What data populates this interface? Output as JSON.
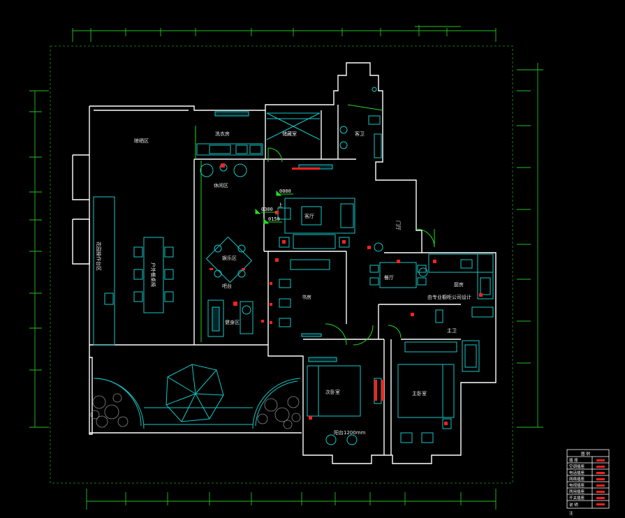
{
  "rooms": {
    "leisure_area_top": "晾晒区",
    "laundry": "洗衣房",
    "storage": "储藏室",
    "guest_bath": "客卫",
    "relax_area": "休闲区",
    "living": "客厅",
    "entrance": "门厅",
    "garden_cook": "花园操作台区",
    "outdoor_table": "户外餐桌椅",
    "entertain": "娱乐区",
    "bar": "吧台",
    "gym": "健身区",
    "study": "书房",
    "dining": "餐厅",
    "kitchen": "厨房",
    "kitchen_note": "由专业橱柜公司设计",
    "master_bath": "主卫",
    "second_bed": "次卧室",
    "master_bed": "主卧室",
    "balcony_note": "阳台1200mm"
  },
  "markers": {
    "m1": "0000",
    "m2": "0300",
    "m3": "0150",
    "m4": "上"
  },
  "legend": {
    "title": "图  例",
    "rows": [
      "插 座",
      "空调插座",
      "电话插座",
      "网络插座",
      "电视插座",
      "两用插座",
      "开关插座",
      "说 明"
    ],
    "footer": "注"
  },
  "colors": {
    "wall": "#ffffff",
    "furniture": "#16c8c8",
    "dimension": "#25c225",
    "socket": "#ff2020"
  }
}
